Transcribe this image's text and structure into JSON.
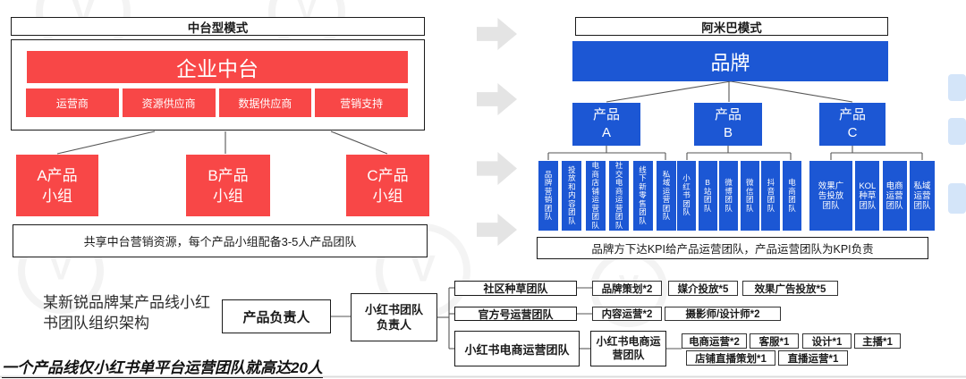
{
  "colors": {
    "red": "#f84747",
    "blue": "#1c57d4",
    "arrow_gray": "#e4e4e4",
    "border": "#1a1a1a"
  },
  "left_diagram": {
    "title": "中台型模式",
    "platform": "企业中台",
    "platform_roles": [
      "运营商",
      "资源供应商",
      "数据供应商",
      "营销支持"
    ],
    "product_groups": [
      {
        "line1": "A产品",
        "line2": "小组"
      },
      {
        "line1": "B产品",
        "line2": "小组"
      },
      {
        "line1": "C产品",
        "line2": "小组"
      }
    ],
    "note": "共享中台营销资源，每个产品小组配备3-5人产品团队"
  },
  "right_diagram": {
    "title": "阿米巴模式",
    "brand": "品牌",
    "products": [
      {
        "line1": "产品",
        "line2": "A"
      },
      {
        "line1": "产品",
        "line2": "B"
      },
      {
        "line1": "产品",
        "line2": "C"
      }
    ],
    "teams_a": [
      "品牌营销团队",
      "投放和内容团队",
      "电商店铺运营团队",
      "社交电商运营团队",
      "线下新零售团队",
      "私域运营团队"
    ],
    "teams_b": [
      "小红书团队",
      "B站团队",
      "微博团队",
      "微信团队",
      "抖音团队",
      "电商团队"
    ],
    "teams_c": [
      "效果广告投放团队",
      "KOL种草团队",
      "电商运营团队",
      "私域运营团队"
    ],
    "note": "品牌方下达KPI给产品运营团队，产品运营团队为KPI负责"
  },
  "bottom": {
    "caption": "某新锐品牌某产品线小红书团队组织架构",
    "product_lead": "产品负责人",
    "xhs_lead_line1": "小红书团队",
    "xhs_lead_line2": "负责人",
    "row1": {
      "team": "社区种草团队",
      "members": [
        "品牌策划*2",
        "媒介投放*5",
        "效果广告投放*5"
      ]
    },
    "row2": {
      "team": "官方号运营团队",
      "members": [
        "内容运营*2",
        "摄影师/设计师*2"
      ]
    },
    "row3": {
      "team": "小红书电商运营团队",
      "sub_team": "小红书电商运营团队",
      "members_row1": [
        "电商运营*2",
        "客服*1",
        "设计*1",
        "主播*1"
      ],
      "members_row2": [
        "店铺直播策划*1",
        "直播运营*1"
      ]
    },
    "footnote": "一个产品线仅小红书单平台运营团队就高达20人"
  },
  "watermark_glyph": "V"
}
